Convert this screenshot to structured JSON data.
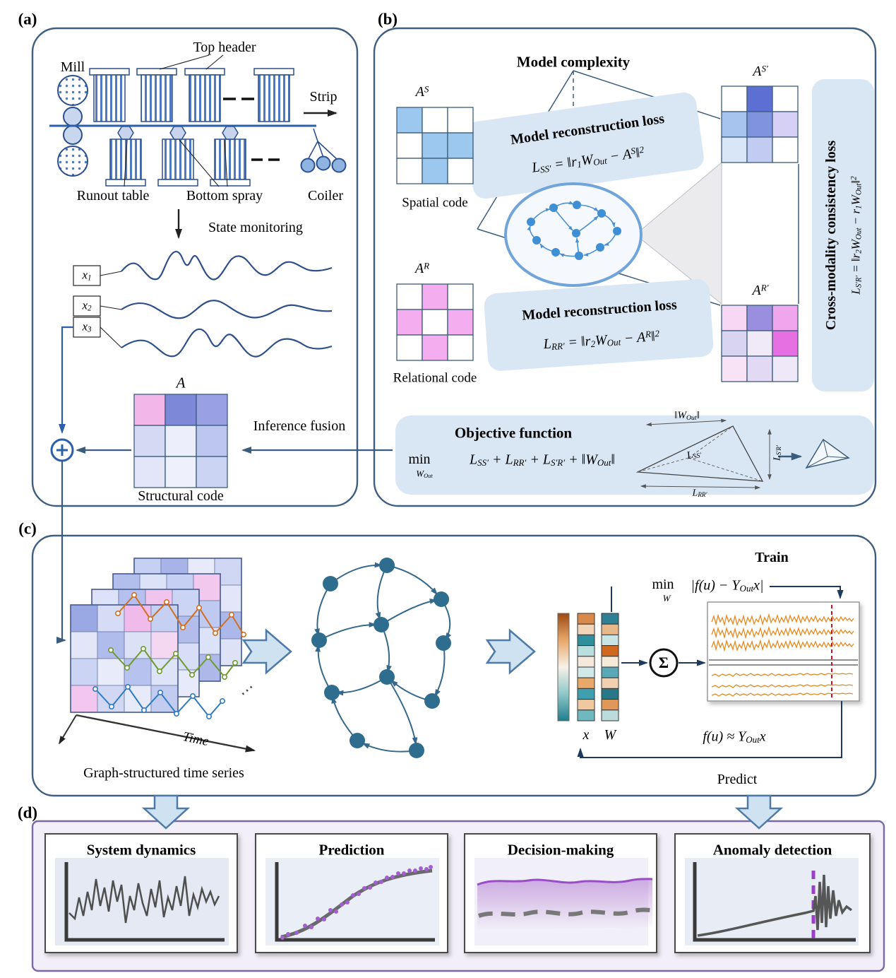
{
  "figure": {
    "type": "framework-diagram"
  },
  "colors": {
    "panel_border": "#3f5e80",
    "mill_blue": "#2b4f8e",
    "strip_blue": "#2b5faa",
    "box_blue": "#d9e7f5",
    "matrix_blue": "#9cc8f0",
    "matrix_pink": "#f4aef0",
    "node_teal": "#2f6d8f",
    "edge_blue": "#35688a",
    "trace_orange": "#e8891f",
    "marker_red": "#cc1020",
    "panel_d_bg": "#f3eff9",
    "panel_d_border": "#7a68a8",
    "purple": "#9a4ec6"
  },
  "panel_a": {
    "label": "(a)",
    "mill": "Mill",
    "top_header": "Top header",
    "strip": "Strip",
    "runout_table": "Runout table",
    "bottom_spray": "Bottom spray",
    "coiler": "Coiler",
    "state_monitoring": "State monitoring",
    "signals": [
      [
        {
          "t": "x"
        },
        {
          "t": "1",
          "k": "sb"
        }
      ],
      [
        {
          "t": "x"
        },
        {
          "t": "2",
          "k": "sb"
        }
      ],
      [
        {
          "t": "x"
        },
        {
          "t": "3",
          "k": "sb"
        }
      ]
    ],
    "matrix_label": [
      {
        "t": "A"
      }
    ],
    "inference_fusion": "Inference fusion",
    "structural_code": "Structural code",
    "matrix_cells": [
      [
        "#f2b6e8",
        "#7e88d8",
        "#9aa0e4"
      ],
      [
        "#d4d9f4",
        "#eceefb",
        "#bcc6ee"
      ],
      [
        "#e2e6f8",
        "#eef0fb",
        "#ccd4f4"
      ]
    ]
  },
  "panel_b": {
    "label": "(b)",
    "model_complexity": "Model complexity",
    "spatial": {
      "label": [
        {
          "t": "A"
        },
        {
          "t": "S",
          "k": "sp"
        }
      ],
      "caption": "Spatial code",
      "cells": [
        [
          "#9cc8f0",
          "#ffffff",
          "#ffffff"
        ],
        [
          "#ffffff",
          "#9cc8f0",
          "#9cc8f0"
        ],
        [
          "#ffffff",
          "#9cc8f0",
          "#ffffff"
        ]
      ]
    },
    "relational": {
      "label": [
        {
          "t": "A"
        },
        {
          "t": "R",
          "k": "sp"
        }
      ],
      "caption": "Relational code",
      "cells": [
        [
          "#ffffff",
          "#f4aef0",
          "#ffffff"
        ],
        [
          "#f4aef0",
          "#ffffff",
          "#f4aef0"
        ],
        [
          "#ffffff",
          "#f4aef0",
          "#ffffff"
        ]
      ]
    },
    "spatial_prime": {
      "label": [
        {
          "t": "A"
        },
        {
          "t": "S′",
          "k": "sp"
        }
      ],
      "cells": [
        [
          "#ffffff",
          "#5d6fd2",
          "#ffffff"
        ],
        [
          "#a6c4ee",
          "#8094de",
          "#d6d0f4"
        ],
        [
          "#d8e6f8",
          "#c2ccf2",
          "#ffffff"
        ]
      ]
    },
    "relational_prime": {
      "label": [
        {
          "t": "A"
        },
        {
          "t": "R′",
          "k": "sp"
        }
      ],
      "cells": [
        [
          "#f6d8f4",
          "#9a8ede",
          "#f0a6ec"
        ],
        [
          "#d8d4f2",
          "#f0eaf8",
          "#e670e2"
        ],
        [
          "#f8e2f6",
          "#e2daf4",
          "#eee8f8"
        ]
      ]
    },
    "recon1": {
      "title": "Model reconstruction loss",
      "formula": [
        {
          "t": "L"
        },
        {
          "t": "SS′",
          "k": "sb"
        },
        {
          "t": " = ‖"
        },
        {
          "t": "r"
        },
        {
          "t": "1",
          "k": "sb"
        },
        {
          "t": "W"
        },
        {
          "t": "Out",
          "k": "sb"
        },
        {
          "t": " − "
        },
        {
          "t": "A"
        },
        {
          "t": "S",
          "k": "sp"
        },
        {
          "t": "‖"
        },
        {
          "t": "2",
          "k": "sp"
        }
      ]
    },
    "recon2": {
      "title": "Model reconstruction loss",
      "formula": [
        {
          "t": "L"
        },
        {
          "t": "RR′",
          "k": "sb"
        },
        {
          "t": " = ‖"
        },
        {
          "t": "r"
        },
        {
          "t": "2",
          "k": "sb"
        },
        {
          "t": "W"
        },
        {
          "t": "Out",
          "k": "sb"
        },
        {
          "t": " − "
        },
        {
          "t": "A"
        },
        {
          "t": "R",
          "k": "sp"
        },
        {
          "t": "‖"
        },
        {
          "t": "2",
          "k": "sp"
        }
      ]
    },
    "cross": {
      "title": "Cross-modality consistency loss",
      "formula": [
        {
          "t": "L"
        },
        {
          "t": "S′R′",
          "k": "sb"
        },
        {
          "t": " = ‖"
        },
        {
          "t": "r"
        },
        {
          "t": "2",
          "k": "sb"
        },
        {
          "t": "W"
        },
        {
          "t": "Out",
          "k": "sb"
        },
        {
          "t": " − "
        },
        {
          "t": "r"
        },
        {
          "t": "1",
          "k": "sb"
        },
        {
          "t": "W"
        },
        {
          "t": "Out",
          "k": "sb"
        },
        {
          "t": "‖"
        },
        {
          "t": "2",
          "k": "sp"
        }
      ]
    },
    "objective": {
      "title": "Objective function",
      "min": "min",
      "min_sub": [
        {
          "t": "W"
        },
        {
          "t": "Out",
          "k": "sb"
        }
      ],
      "expr": [
        {
          "t": "L"
        },
        {
          "t": "SS′",
          "k": "sb"
        },
        {
          "t": " + "
        },
        {
          "t": "L"
        },
        {
          "t": "RR′",
          "k": "sb"
        },
        {
          "t": " + "
        },
        {
          "t": "L"
        },
        {
          "t": "S′R′",
          "k": "sb"
        },
        {
          "t": " + ‖"
        },
        {
          "t": "W"
        },
        {
          "t": "Out",
          "k": "sb"
        },
        {
          "t": "‖"
        }
      ]
    },
    "tetra": {
      "wout": [
        {
          "t": "‖"
        },
        {
          "t": "W"
        },
        {
          "t": "Out",
          "k": "sb"
        },
        {
          "t": "‖"
        }
      ],
      "lss": [
        {
          "t": "L"
        },
        {
          "t": "SS′",
          "k": "sb"
        }
      ],
      "lsr": [
        {
          "t": "L"
        },
        {
          "t": "S′R′",
          "k": "sb"
        }
      ],
      "lrr": [
        {
          "t": "L"
        },
        {
          "t": "RR′",
          "k": "sb"
        }
      ]
    }
  },
  "panel_c": {
    "label": "(c)",
    "time": "Time",
    "dots": "⋯",
    "caption": "Graph-structured time series",
    "train": "Train",
    "train_min": "min",
    "train_min_sub": [
      {
        "t": "W"
      }
    ],
    "train_expr": [
      {
        "t": "|f(u) − "
      },
      {
        "t": "Y"
      },
      {
        "t": "Out",
        "k": "sb"
      },
      {
        "t": "x"
      },
      {
        "t": "|"
      }
    ],
    "x_label": "x",
    "w_label": "W",
    "sigma": "Σ",
    "predict_expr": [
      {
        "t": "f(u) ≈ "
      },
      {
        "t": "Y"
      },
      {
        "t": "Out",
        "k": "sb"
      },
      {
        "t": "x"
      }
    ],
    "predict": "Predict",
    "sheets": [
      [
        [
          "#c6d0f2",
          "#a8b4e8",
          "#e6eafa",
          "#cfd7f4"
        ],
        [
          "#f0d6f0",
          "#c2ccf2",
          "#b0bcec",
          "#e2e6f8"
        ],
        [
          "#dae0f6",
          "#f0c0ec",
          "#ccd4f3",
          "#acb8ea"
        ],
        [
          "#e6eafa",
          "#d2d8f5",
          "#bec8f0",
          "#dde2f7"
        ]
      ],
      [
        [
          "#b2beec",
          "#dce2f7",
          "#c6d0f2",
          "#f2c8ee"
        ],
        [
          "#ccd4f3",
          "#aab6ea",
          "#e8ecfa",
          "#c0caf0"
        ],
        [
          "#f4daf2",
          "#d0d8f4",
          "#b6c0ee",
          "#dce2f7"
        ],
        [
          "#c8d2f2",
          "#e4e8f9",
          "#ccd4f3",
          "#aeb9ea"
        ]
      ],
      [
        [
          "#dce2f7",
          "#b6c0ee",
          "#f0c4ec",
          "#ccd4f3"
        ],
        [
          "#aab6ea",
          "#e0e5f8",
          "#c4cef2",
          "#b2bdec"
        ],
        [
          "#e8ecfa",
          "#ccd4f3",
          "#f2ceee",
          "#d8def6"
        ],
        [
          "#bcc6ef",
          "#dee4f8",
          "#b0bcec",
          "#e6eafa"
        ]
      ],
      [
        [
          "#9aa8e4",
          "#d6dcf6",
          "#f0baea",
          "#c6d0f2"
        ],
        [
          "#e2e6f8",
          "#b0bcec",
          "#dce2f6",
          "#f4d8f2"
        ],
        [
          "#ccd4f3",
          "#e8ecfa",
          "#b8c2ee",
          "#dee4f7"
        ],
        [
          "#f2c6ee",
          "#d2d8f4",
          "#e6eaf9",
          "#c2ccf1"
        ]
      ]
    ],
    "vector_x": [
      "#d98a4a",
      "#f2d4b8",
      "#2f8f9f",
      "#b8dede",
      "#f4e8da",
      "#d0e8e8",
      "#e8a86a",
      "#3f9faf",
      "#f0c8a0",
      "#70b8c0"
    ],
    "vector_w": [
      "#2f7f95",
      "#e8b88a",
      "#c8e4e4",
      "#d06820",
      "#f4ead8",
      "#58a8b8",
      "#f0d0b0",
      "#287888",
      "#e09858",
      "#bcdcdc"
    ],
    "colorbar_stops": [
      "#9c4a12",
      "#e8a86a",
      "#f6f1e8",
      "#8ec8c8",
      "#1f7d8d"
    ]
  },
  "panel_d": {
    "label": "(d)",
    "panels": [
      {
        "title": "System dynamics"
      },
      {
        "title": "Prediction"
      },
      {
        "title": "Decision-making"
      },
      {
        "title": "Anomaly detection"
      }
    ]
  }
}
